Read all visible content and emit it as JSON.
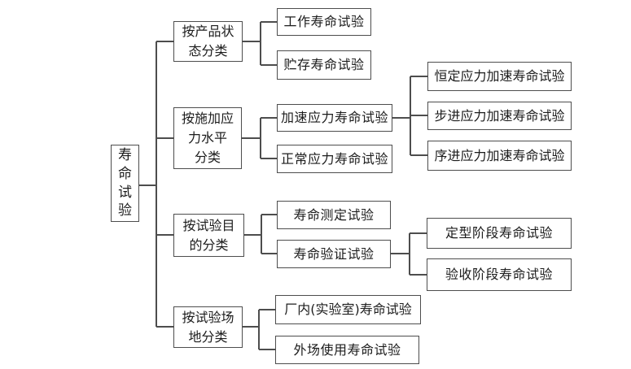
{
  "root": {
    "label": "寿命试验",
    "display": "寿\n命\n试\n验"
  },
  "branches": [
    {
      "category": {
        "label": "按产品状态分类",
        "display": "按产品状\n态分类"
      },
      "children": [
        {
          "label": "工作寿命试验"
        },
        {
          "label": "贮存寿命试验"
        }
      ]
    },
    {
      "category": {
        "label": "按施加应力水平分类",
        "display": "按施加应\n力水平\n分类"
      },
      "children": [
        {
          "label": "加速应力寿命试验",
          "children": [
            {
              "label": "恒定应力加速寿命试验"
            },
            {
              "label": "步进应力加速寿命试验"
            },
            {
              "label": "序进应力加速寿命试验"
            }
          ]
        },
        {
          "label": "正常应力寿命试验"
        }
      ]
    },
    {
      "category": {
        "label": "按试验目的分类",
        "display": "按试验目\n的分类"
      },
      "children": [
        {
          "label": "寿命测定试验"
        },
        {
          "label": "寿命验证试验",
          "children": [
            {
              "label": "定型阶段寿命试验"
            },
            {
              "label": "验收阶段寿命试验"
            }
          ]
        }
      ]
    },
    {
      "category": {
        "label": "按试验场地分类",
        "display": "按试验场\n地分类"
      },
      "children": [
        {
          "label": "厂内(实验室)寿命试验"
        },
        {
          "label": "外场使用寿命试验"
        }
      ]
    }
  ],
  "colors": {
    "line": "#4d4d4d",
    "text": "#1c1c1c",
    "background": "#ffffff"
  }
}
